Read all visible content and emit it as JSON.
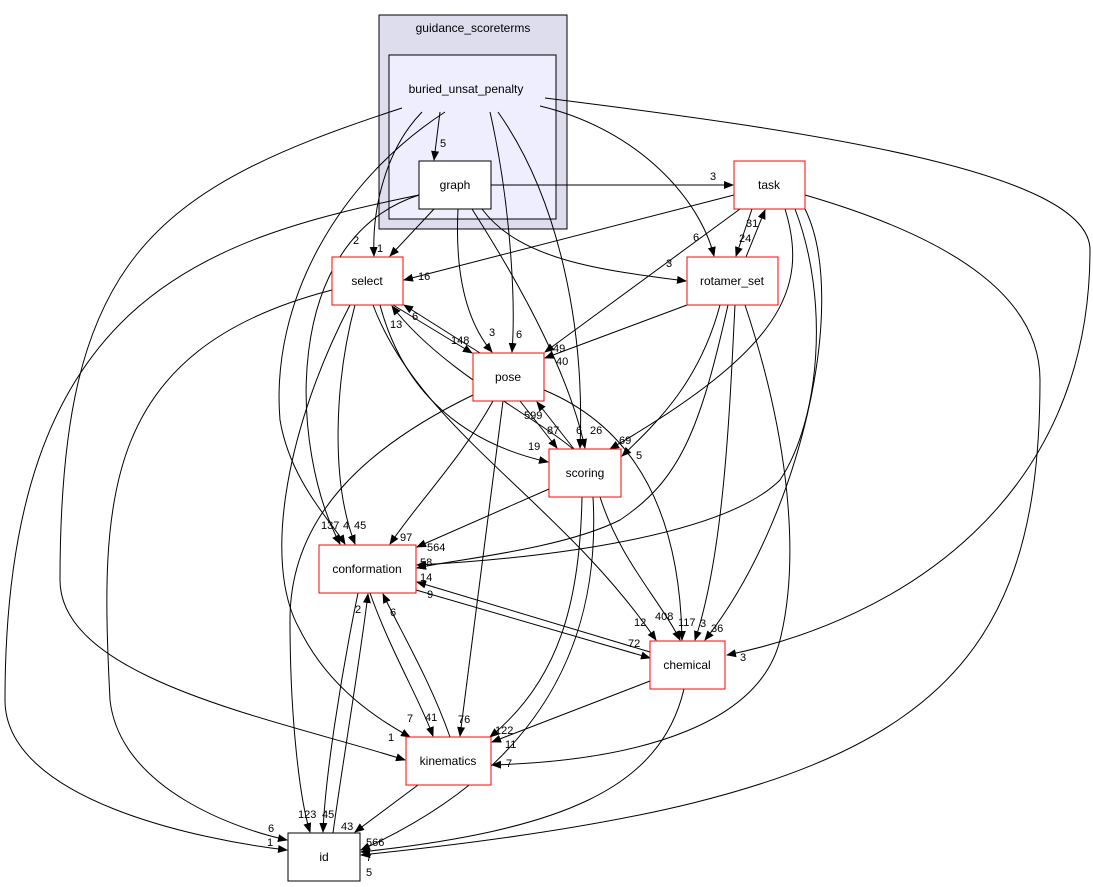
{
  "colors": {
    "cluster_outer": "#ddddee",
    "cluster_inner": "#eeeeff",
    "node_border_red": "#ff0000",
    "node_border_black": "#000000"
  },
  "clusters": {
    "outer": "guidance_scoreterms",
    "inner": "buried_unsat_penalty"
  },
  "nodes": {
    "graph": "graph",
    "task": "task",
    "select": "select",
    "rotamer_set": "rotamer_set",
    "pose": "pose",
    "scoring": "scoring",
    "conformation": "conformation",
    "chemical": "chemical",
    "kinematics": "kinematics",
    "id": "id"
  },
  "edges": [
    {
      "from": "buried_unsat_penalty",
      "to": "graph",
      "label": "5"
    },
    {
      "from": "buried_unsat_penalty",
      "to": "select",
      "label": "2"
    },
    {
      "from": "buried_unsat_penalty",
      "to": "conformation",
      "label": "4"
    },
    {
      "from": "buried_unsat_penalty",
      "to": "kinematics",
      "label": "1"
    },
    {
      "from": "buried_unsat_penalty",
      "to": "pose",
      "label": "6"
    },
    {
      "from": "buried_unsat_penalty",
      "to": "scoring",
      "label": "6"
    },
    {
      "from": "buried_unsat_penalty",
      "to": "rotamer_set",
      "label": "6"
    },
    {
      "from": "buried_unsat_penalty",
      "to": "chemical",
      "label": "3"
    },
    {
      "from": "graph",
      "to": "task",
      "label": "3"
    },
    {
      "from": "graph",
      "to": "select",
      "label": "1"
    },
    {
      "from": "graph",
      "to": "pose",
      "label": "3"
    },
    {
      "from": "graph",
      "to": "rotamer_set",
      "label": "3"
    },
    {
      "from": "graph",
      "to": "scoring",
      "label": "26"
    },
    {
      "from": "graph",
      "to": "conformation",
      "label": "137"
    },
    {
      "from": "graph",
      "to": "id",
      "label": "1"
    },
    {
      "from": "task",
      "to": "select",
      "label": "16"
    },
    {
      "from": "task",
      "to": "pose",
      "label": "49"
    },
    {
      "from": "task",
      "to": "rotamer_set",
      "label": "24"
    },
    {
      "from": "rotamer_set",
      "to": "task",
      "label": "31"
    },
    {
      "from": "task",
      "to": "scoring",
      "label": "69"
    },
    {
      "from": "task",
      "to": "conformation",
      "label": "58"
    },
    {
      "from": "task",
      "to": "chemical",
      "label": "36"
    },
    {
      "from": "task",
      "to": "id",
      "label": "5"
    },
    {
      "from": "rotamer_set",
      "to": "pose",
      "label": "40"
    },
    {
      "from": "rotamer_set",
      "to": "scoring",
      "label": "5"
    },
    {
      "from": "rotamer_set",
      "to": "conformation",
      "label": "14"
    },
    {
      "from": "rotamer_set",
      "to": "chemical",
      "label": "3"
    },
    {
      "from": "rotamer_set",
      "to": "kinematics",
      "label": "7"
    },
    {
      "from": "select",
      "to": "pose",
      "label": "148"
    },
    {
      "from": "pose",
      "to": "select",
      "label": "6"
    },
    {
      "from": "scoring",
      "to": "select",
      "label": "13"
    },
    {
      "from": "select",
      "to": "scoring",
      "label": "19"
    },
    {
      "from": "select",
      "to": "conformation",
      "label": "45"
    },
    {
      "from": "select",
      "to": "kinematics",
      "label": "7"
    },
    {
      "from": "select",
      "to": "chemical",
      "label": "12"
    },
    {
      "from": "select",
      "to": "id",
      "label": "6"
    },
    {
      "from": "pose",
      "to": "scoring",
      "label": "87"
    },
    {
      "from": "scoring",
      "to": "pose",
      "label": "599"
    },
    {
      "from": "pose",
      "to": "conformation",
      "label": "97"
    },
    {
      "from": "pose",
      "to": "kinematics",
      "label": "76"
    },
    {
      "from": "pose",
      "to": "id",
      "label": "123"
    },
    {
      "from": "pose",
      "to": "chemical",
      "label": "117"
    },
    {
      "from": "scoring",
      "to": "conformation",
      "label": "564"
    },
    {
      "from": "scoring",
      "to": "kinematics",
      "label": "122"
    },
    {
      "from": "scoring",
      "to": "chemical",
      "label": "408"
    },
    {
      "from": "scoring",
      "to": "id",
      "label": "566"
    },
    {
      "from": "conformation",
      "to": "chemical",
      "label": "72"
    },
    {
      "from": "chemical",
      "to": "conformation",
      "label": "9"
    },
    {
      "from": "conformation",
      "to": "kinematics",
      "label": "41"
    },
    {
      "from": "kinematics",
      "to": "conformation",
      "label": "6"
    },
    {
      "from": "conformation",
      "to": "id",
      "label": "45"
    },
    {
      "from": "id",
      "to": "conformation",
      "label": "2"
    },
    {
      "from": "chemical",
      "to": "kinematics",
      "label": "11"
    },
    {
      "from": "kinematics",
      "to": "id",
      "label": "43"
    },
    {
      "from": "chemical",
      "to": "id",
      "label": "7"
    }
  ]
}
